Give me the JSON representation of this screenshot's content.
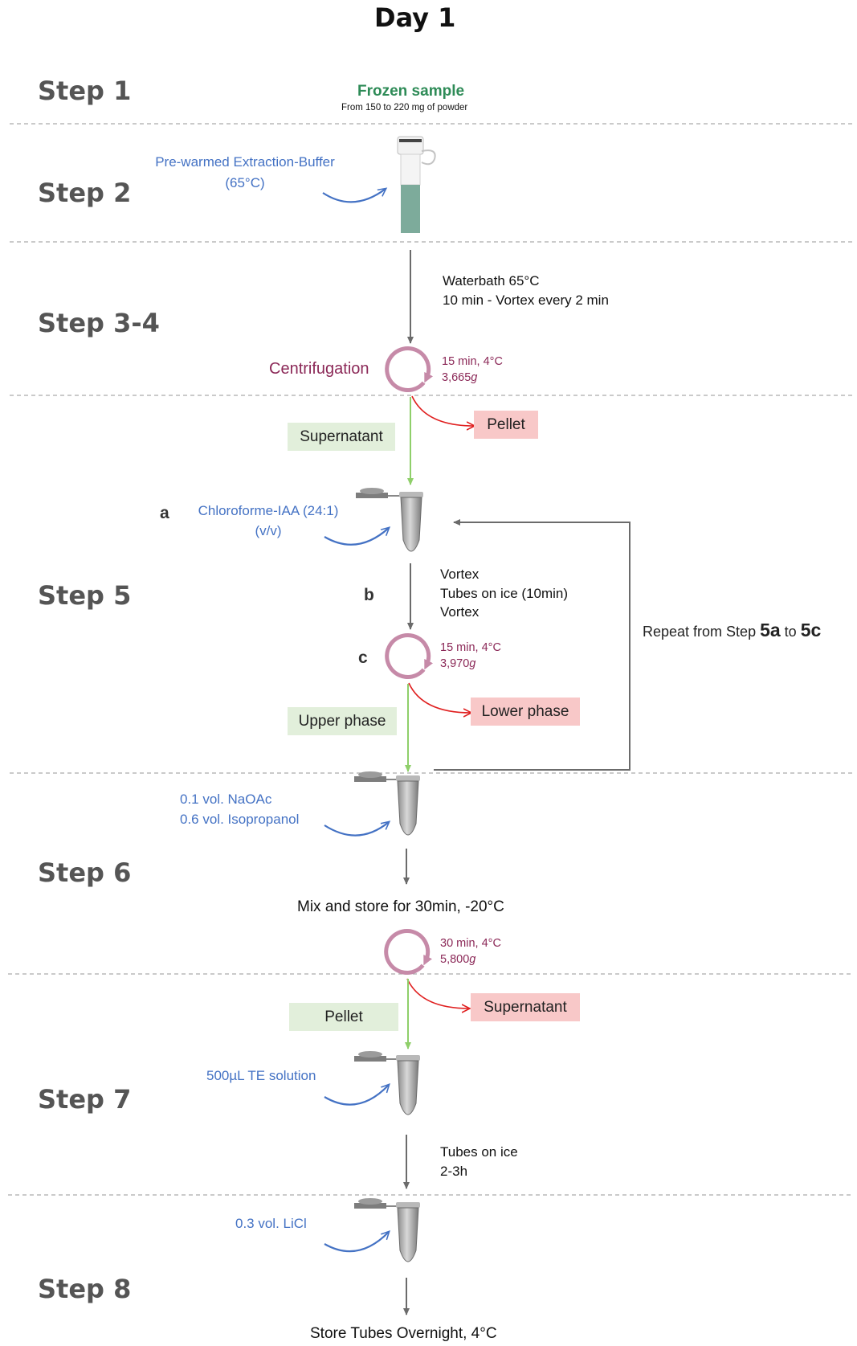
{
  "title": "Day 1",
  "steps": {
    "s1": "Step 1",
    "s2": "Step 2",
    "s34": "Step 3-4",
    "s5": "Step 5",
    "s6": "Step 6",
    "s7": "Step 7",
    "s8": "Step 8"
  },
  "step1": {
    "sample_title": "Frozen sample",
    "sample_sub": "From 150 to 220 mg of powder"
  },
  "step2": {
    "reagent_line1": "Pre-warmed Extraction-Buffer",
    "reagent_line2": "(65°C)"
  },
  "step34": {
    "incubation_line1": "Waterbath 65°C",
    "incubation_line2": "10 min - Vortex every 2 min",
    "centrifugation_label": "Centrifugation",
    "spin_time": "15 min, 4°C",
    "spin_force": "3,665",
    "spin_unit": "g"
  },
  "step5": {
    "keep_label": "Supernatant",
    "discard_label": "Pellet",
    "label_a": "a",
    "reagent_line1": "Chloroforme-IAA (24:1)",
    "reagent_line2": "(v/v)",
    "label_b": "b",
    "b_line1": "Vortex",
    "b_line2": "Tubes on ice (10min)",
    "b_line3": "Vortex",
    "label_c": "c",
    "spin_time": "15 min, 4°C",
    "spin_force": "3,970",
    "spin_unit": "g",
    "repeat_prefix": "Repeat from Step ",
    "repeat_from": "5a",
    "repeat_mid": " to ",
    "repeat_to": "5c",
    "keep2_label": "Upper phase",
    "discard2_label": "Lower phase"
  },
  "step6": {
    "reagent_line1": "0.1 vol. NaOAc",
    "reagent_line2": "0.6 vol. Isopropanol",
    "mix_label": "Mix and store for 30min, -20°C",
    "spin_time": "30 min, 4°C",
    "spin_force": "5,800",
    "spin_unit": "g"
  },
  "step7": {
    "keep_label": "Pellet",
    "discard_label": "Supernatant",
    "reagent": "500µL TE solution",
    "ice_line1": "Tubes on ice",
    "ice_line2": "2-3h"
  },
  "step8": {
    "reagent": "0.3 vol. LiCl",
    "store_label": "Store Tubes Overnight, 4°C"
  },
  "colors": {
    "arrow_gray": "#6b6b6b",
    "arrow_green": "#8fcf6a",
    "arrow_red": "#e02020",
    "arrow_blue": "#4472c4",
    "centrifuge": "#c68aa8",
    "keep_box": "#e2efdb",
    "discard_box": "#f8c8c8"
  }
}
